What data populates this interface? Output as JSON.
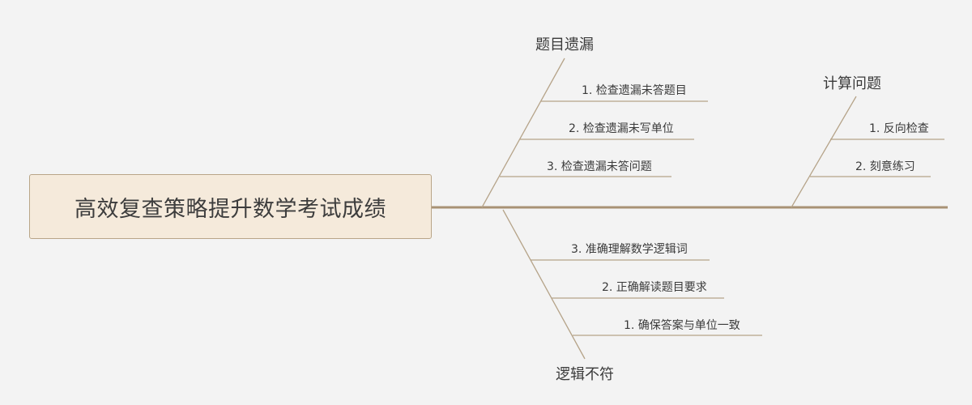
{
  "title": "高效复查策略提升数学考试成绩",
  "colors": {
    "background": "#f3f3f3",
    "spine": "#a89274",
    "branch": "#b5a388",
    "head_fill": "#f5eadb",
    "head_border": "#b9a588"
  },
  "branches": [
    {
      "label": "题目遗漏",
      "items": [
        "1. 检查遗漏未答题目",
        "2. 检查遗漏未写单位",
        "3. 检查遗漏未答问题"
      ]
    },
    {
      "label": "计算问题",
      "items": [
        "1. 反向检查",
        "2. 刻意练习"
      ]
    },
    {
      "label": "逻辑不符",
      "items": [
        "3. 准确理解数学逻辑词",
        "2. 正确解读题目要求",
        "1. 确保答案与单位一致"
      ]
    }
  ]
}
